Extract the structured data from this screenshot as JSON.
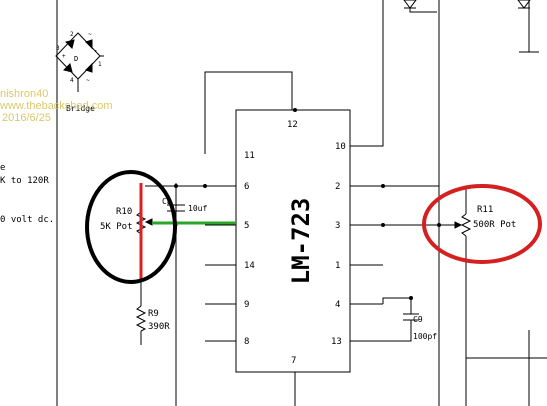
{
  "ic": {
    "name": "LM-723",
    "pins": {
      "left": [
        "11",
        "6",
        "5",
        "14",
        "9",
        "8"
      ],
      "right": [
        "10",
        "2",
        "3",
        "1",
        "4",
        "13"
      ],
      "top": "12",
      "bottom": "7"
    }
  },
  "bridge": {
    "label": "Bridge",
    "diode_label": "D",
    "terminals": [
      "2",
      "3",
      "4",
      "1"
    ],
    "signs": [
      "~",
      "+",
      "~",
      "-"
    ]
  },
  "components": {
    "r10_name": "R10",
    "r10_value": "5K Pot",
    "c8_name": "C8",
    "c8_value": "10uf",
    "r9_name": "R9",
    "r9_value": "390R",
    "r11_name": "R11",
    "r11_value": "500R Pot",
    "c9_name": "C9",
    "c9_value": "100pf"
  },
  "side_text": [
    "e",
    "K to 120R",
    "0 volt dc."
  ],
  "watermark": {
    "user": "nishron40",
    "site": "www.thebackshed.com",
    "date": "2016/6/25"
  },
  "annotation_colors": {
    "circle_black": "#000000",
    "circle_red": "#d42020",
    "line_red": "#e02020",
    "line_green": "#2aa52a",
    "watermark": "#d6c35a"
  }
}
